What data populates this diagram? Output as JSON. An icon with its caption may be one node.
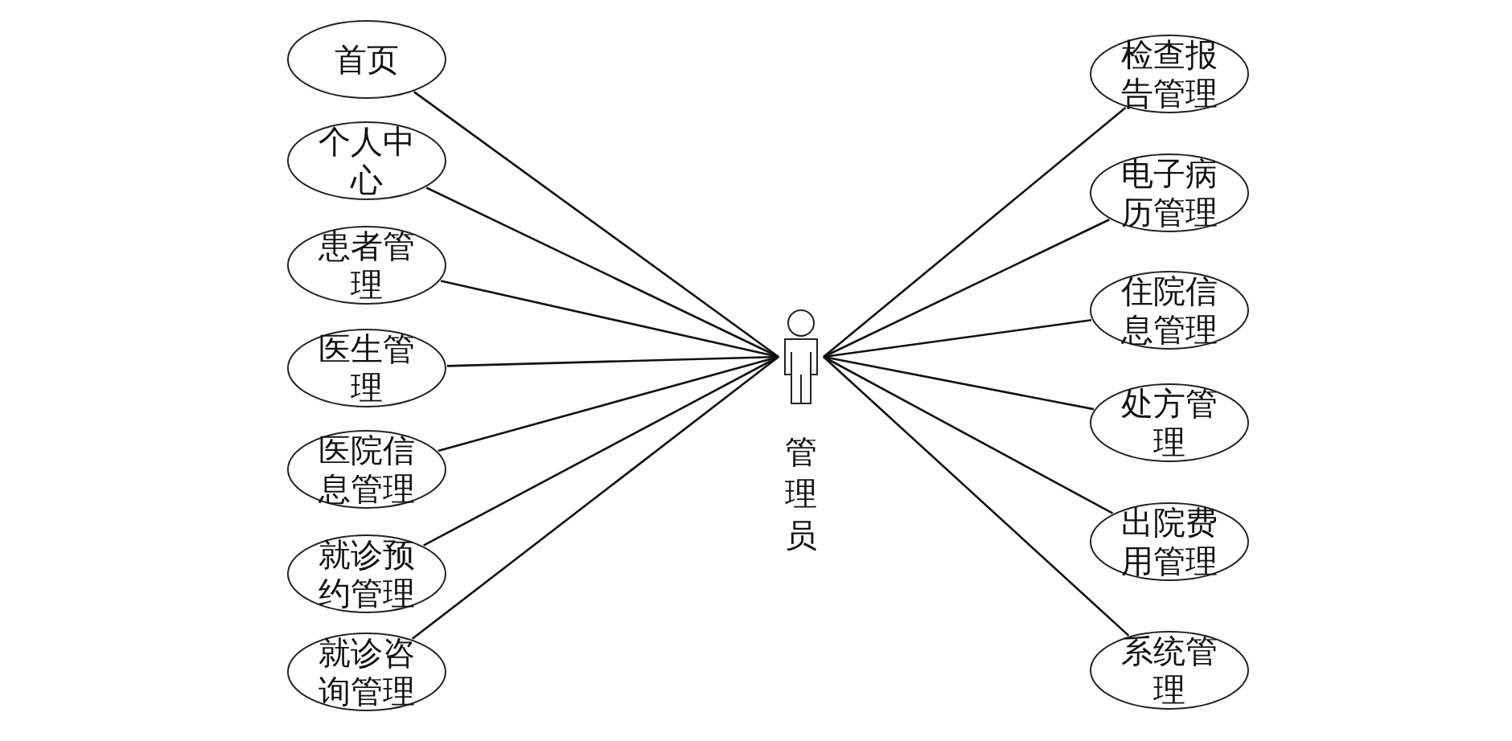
{
  "diagram": {
    "nodes": [
      {
        "text": [
          "管理员"
        ]
      },
      {
        "text": [
          "首页"
        ]
      },
      {
        "text": [
          "个人中心"
        ]
      },
      {
        "text": [
          "患者管理"
        ]
      },
      {
        "text": [
          "医生管理"
        ]
      },
      {
        "text": [
          "医院信息管理"
        ]
      },
      {
        "text": [
          "就诊预约管理"
        ]
      },
      {
        "text": [
          "就诊咨询管理"
        ]
      },
      {
        "text": [
          "检查报告管理"
        ]
      },
      {
        "text": [
          "电子病历管理"
        ]
      },
      {
        "text": [
          "住院信息管理"
        ]
      },
      {
        "text": [
          "处方管理"
        ]
      },
      {
        "text": [
          "出院费用管理"
        ]
      },
      {
        "text": [
          "系统管理"
        ]
      }
    ],
    "edges": [
      {
        "from": 0,
        "to": 1,
        "arrow": "none"
      },
      {
        "from": 0,
        "to": 2,
        "arrow": "none"
      },
      {
        "from": 0,
        "to": 3,
        "arrow": "none"
      },
      {
        "from": 0,
        "to": 4,
        "arrow": "none"
      },
      {
        "from": 0,
        "to": 5,
        "arrow": "none"
      },
      {
        "from": 0,
        "to": 6,
        "arrow": "none"
      },
      {
        "from": 0,
        "to": 7,
        "arrow": "none"
      },
      {
        "from": 0,
        "to": 8,
        "arrow": "none"
      },
      {
        "from": 0,
        "to": 9,
        "arrow": "none"
      },
      {
        "from": 0,
        "to": 10,
        "arrow": "none"
      },
      {
        "from": 0,
        "to": 11,
        "arrow": "none"
      },
      {
        "from": 0,
        "to": 12,
        "arrow": "none"
      },
      {
        "from": 0,
        "to": 13,
        "arrow": "none"
      }
    ]
  }
}
